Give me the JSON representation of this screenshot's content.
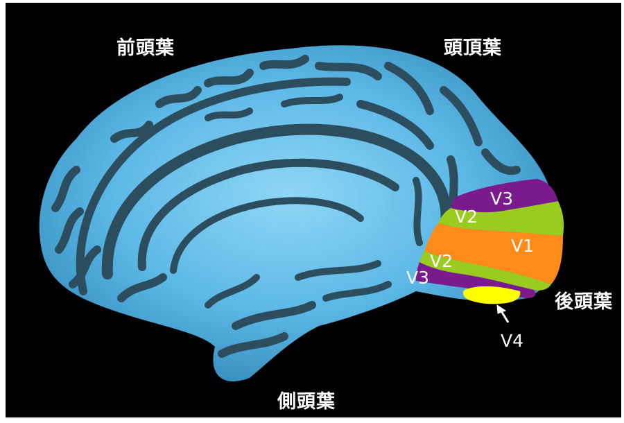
{
  "lobes": {
    "frontal": "前頭葉",
    "parietal": "頭頂葉",
    "occipital": "後頭葉",
    "temporal": "側頭葉"
  },
  "areas": {
    "v3_upper": "V3",
    "v2_upper": "V2",
    "v1": "V1",
    "v2_lower": "V2",
    "v3_lower": "V3",
    "v4": "V4"
  },
  "colors": {
    "background": "#000000",
    "brain_gyri": "#5cb8e6",
    "brain_sulci": "#2c4d5e",
    "v1": "#ff8c1a",
    "v2": "#99cc1f",
    "v3": "#7a1a8c",
    "v4": "#ffff00",
    "label_text": "#ffffff"
  }
}
